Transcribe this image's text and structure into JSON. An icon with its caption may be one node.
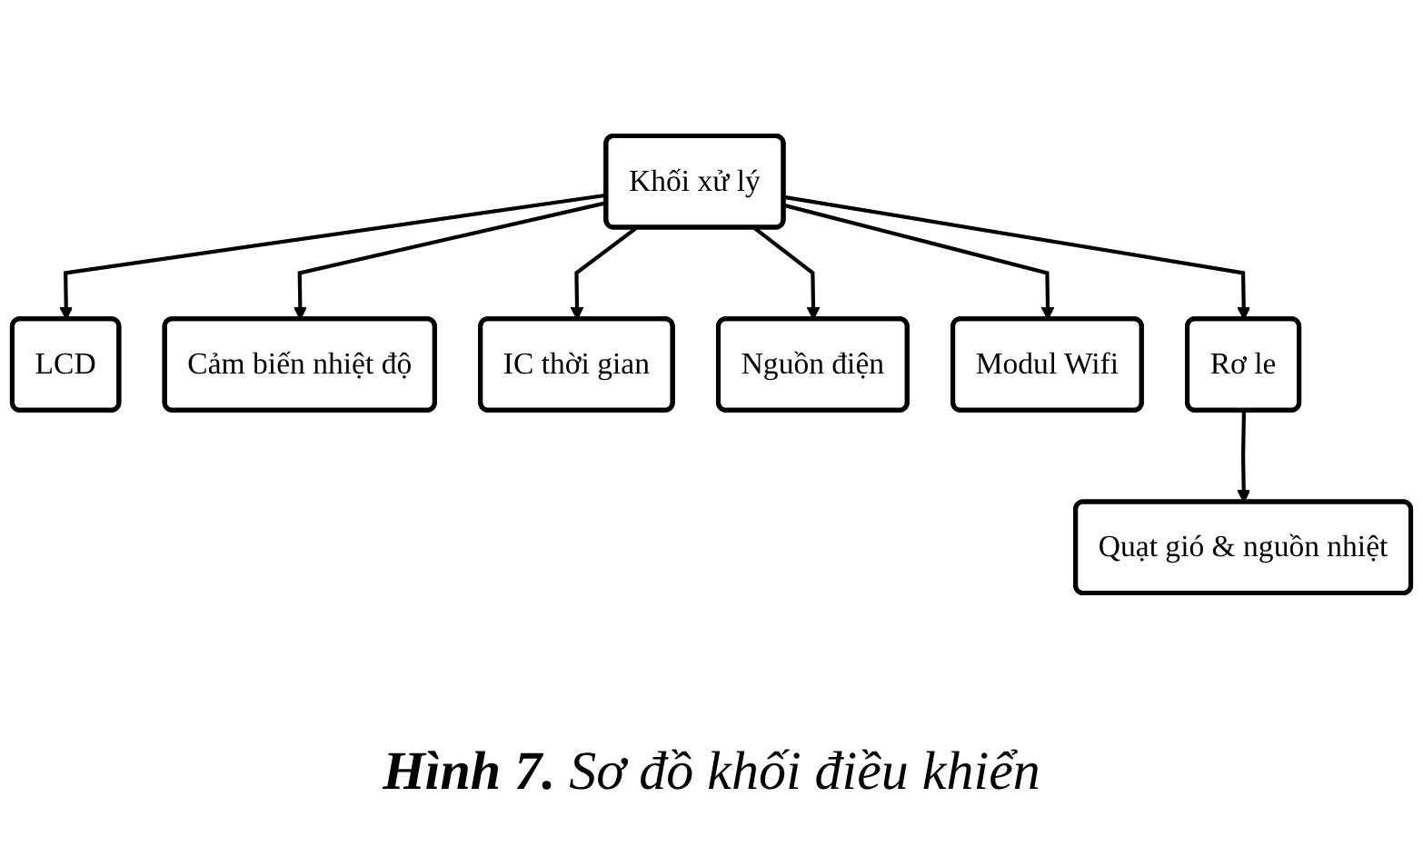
{
  "diagram": {
    "caption": "**Hình 7.** Sơ đồ khối điều khiển",
    "nodes": [
      {
        "text": [
          "LCD"
        ]
      },
      {
        "text": [
          "Cảm biến nhiệt độ"
        ]
      },
      {
        "text": [
          "IC thời gian"
        ]
      },
      {
        "text": [
          "Khối xử lý"
        ]
      },
      {
        "text": [
          "Nguồn điện"
        ]
      },
      {
        "text": [
          "Modul Wifi"
        ]
      },
      {
        "text": [
          "Rơ le"
        ]
      },
      {
        "text": [
          "Quạt gió & nguồn nhiệt"
        ]
      }
    ],
    "edges": [
      {
        "from": 3,
        "to": 0,
        "arrow": "to"
      },
      {
        "from": 3,
        "to": 1,
        "arrow": "to"
      },
      {
        "from": 3,
        "to": 2,
        "arrow": "to"
      },
      {
        "from": 3,
        "to": 4,
        "arrow": "to"
      },
      {
        "from": 3,
        "to": 5,
        "arrow": "to"
      },
      {
        "from": 3,
        "to": 6,
        "arrow": "to"
      },
      {
        "from": 6,
        "to": 7,
        "arrow": "to"
      }
    ]
  }
}
